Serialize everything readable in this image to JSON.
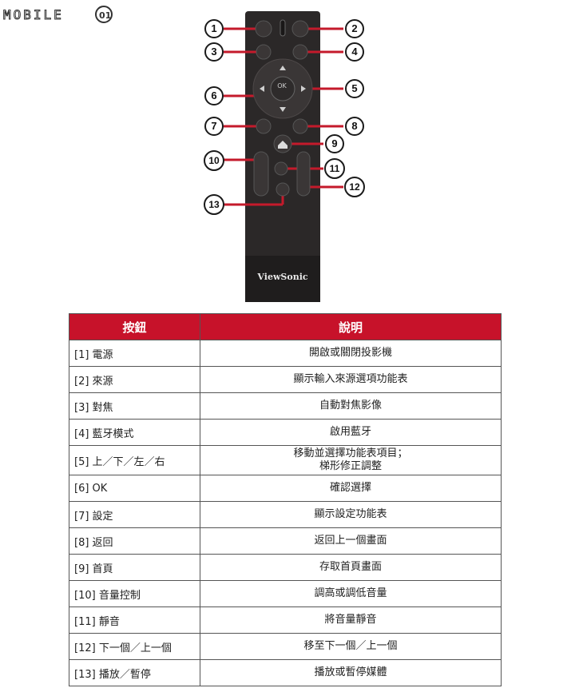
{
  "watermark": "MOBILE01",
  "remote": {
    "brand": "ViewSonic",
    "ok_label": "OK",
    "callouts": [
      "1",
      "2",
      "3",
      "4",
      "5",
      "6",
      "7",
      "8",
      "9",
      "10",
      "11",
      "12",
      "13"
    ]
  },
  "table": {
    "headers": [
      "按鈕",
      "說明"
    ],
    "rows": [
      {
        "key": "[1] 電源",
        "desc": "開啟或關閉投影機"
      },
      {
        "key": "[2] 來源",
        "desc": "顯示輸入來源選項功能表"
      },
      {
        "key": "[3] 對焦",
        "desc": "自動對焦影像"
      },
      {
        "key": "[4] 藍牙模式",
        "desc": "啟用藍牙"
      },
      {
        "key": "[5] 上／下／左／右",
        "desc": "移動並選擇功能表項目；",
        "desc2": "梯形修正調整"
      },
      {
        "key": "[6] OK",
        "desc": "確認選擇"
      },
      {
        "key": "[7] 設定",
        "desc": "顯示設定功能表"
      },
      {
        "key": "[8] 返回",
        "desc": "返回上一個畫面"
      },
      {
        "key": "[9] 首頁",
        "desc": "存取首頁畫面"
      },
      {
        "key": "[10] 音量控制",
        "desc": "調高或調低音量"
      },
      {
        "key": "[11] 靜音",
        "desc": "將音量靜音"
      },
      {
        "key": "[12] 下一個／上一個",
        "desc": "移至下一個／上一個"
      },
      {
        "key": "[13] 播放／暫停",
        "desc": "播放或暫停媒體"
      }
    ]
  }
}
